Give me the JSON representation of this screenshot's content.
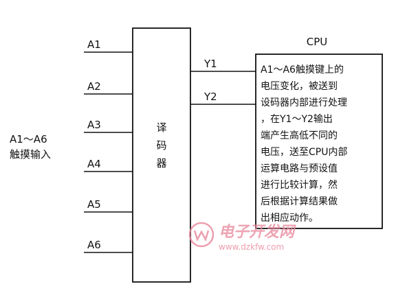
{
  "decoder": {
    "label_lines": [
      "译",
      "码",
      "器"
    ],
    "inputs": [
      "A1",
      "A2",
      "A3",
      "A4",
      "A5",
      "A6"
    ],
    "outputs": [
      "Y1",
      "Y2"
    ]
  },
  "touch_input": {
    "lines": [
      "A1～A6",
      "触摸输入"
    ]
  },
  "cpu": {
    "title": "CPU",
    "description_lines": [
      "A1～A6触摸键上的",
      "电压变化，被送到",
      "设码器内部进行处理",
      "，在Y1～Y2输出",
      "端产生高低不同的",
      "电压，送至CPU内部",
      "运算电路与预设值",
      "进行比较计算，然",
      "后根据计算结果做",
      "出相应动作。"
    ]
  },
  "watermark": {
    "title": "电子开发网",
    "url": "www.dzkfw.com"
  }
}
